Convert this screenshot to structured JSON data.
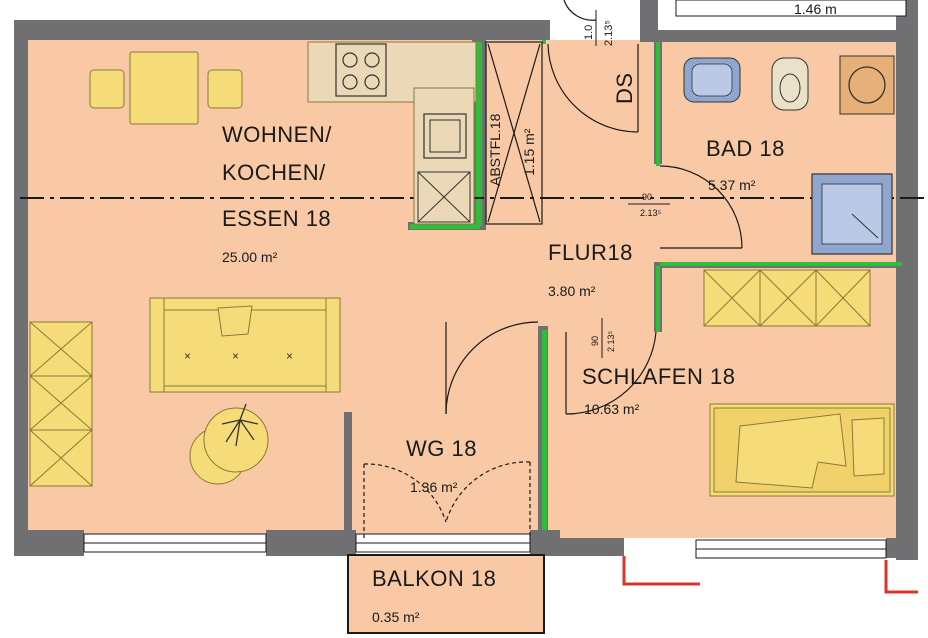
{
  "colors": {
    "floor": "#f8c9a4",
    "wall": "#707072",
    "green_wall": "#2fbe3a",
    "furniture": "#f6dc78",
    "furniture_stroke": "#8a7a3a",
    "sanitary": "#8fa6cf",
    "red_wall": "#d9352f",
    "outline": "#1a1a1a"
  },
  "rooms": {
    "wohnen": {
      "line1": "WOHNEN/",
      "line2": "KOCHEN/",
      "line3": "ESSEN 18",
      "area": "25.00 m²"
    },
    "bad": {
      "name": "BAD 18",
      "area": "5.37 m²"
    },
    "flur": {
      "name": "FLUR18",
      "area": "3.80 m²"
    },
    "schlafen": {
      "name": "SCHLAFEN 18",
      "area": "10.63 m²"
    },
    "wg": {
      "name": "WG 18",
      "area": "1.36 m²"
    },
    "balkon": {
      "name": "BALKON 18",
      "area": "0.35 m²"
    },
    "abstfl": {
      "name": "ABSTFL.18",
      "area": "1.15 m²"
    },
    "ds": {
      "name": "DS"
    }
  },
  "dimensions": {
    "top_door": {
      "width": "1.0",
      "height": "2.13⁵"
    },
    "bad_door": {
      "width": "90",
      "height": "2.13⁵"
    },
    "schlafen_door": {
      "width": "90",
      "height": "2.13⁵"
    },
    "top_right": "1.46 m"
  }
}
